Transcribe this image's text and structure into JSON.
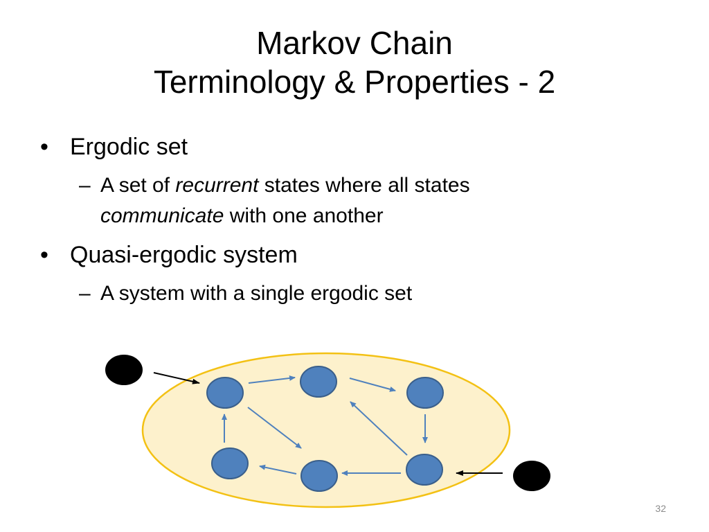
{
  "slide": {
    "title_line1": "Markov Chain",
    "title_line2": "Terminology & Properties - 2",
    "bullets": [
      {
        "text": "Ergodic set",
        "sub": {
          "prefix": "A set of ",
          "em1": "recurrent",
          "mid": " states where all states ",
          "em2": "communicate",
          "suffix": " with one another"
        }
      },
      {
        "text": "Quasi-ergodic system",
        "sub": {
          "text": "A system with a single ergodic set"
        }
      }
    ],
    "bullet_glyph": "•",
    "dash_glyph": "–",
    "page_number": "32"
  },
  "diagram": {
    "ellipse_fill": "#fdf1cc",
    "ellipse_stroke": "#f3c114",
    "node_fill": "#4f81bd",
    "node_stroke": "#3a5f8b",
    "edge_color": "#4f81bd",
    "outside_node_color": "#000000"
  }
}
